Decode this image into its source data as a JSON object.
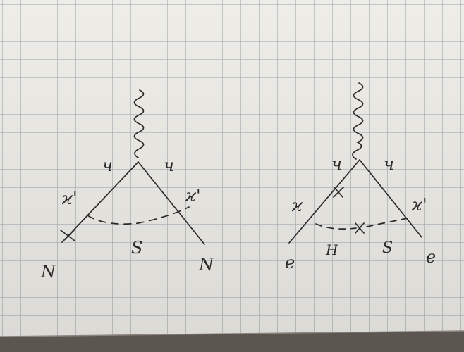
{
  "colors": {
    "paper": "#efede8",
    "grid": "#a9b1b5",
    "ink": "#2a2a2a",
    "shadow": "#5c5650"
  },
  "left_diagram": {
    "top_left_label": "ч",
    "top_right_label": "ч",
    "left_arm_label": "ϰ'",
    "right_arm_label": "ϰ'",
    "bottom_left_label": "N",
    "bottom_right_label": "N",
    "dashed_line_label": "S"
  },
  "right_diagram": {
    "top_left_label": "ч",
    "top_right_label": "ч",
    "left_arm_label": "ϰ",
    "right_arm_label": "ϰ'",
    "bottom_left_label": "e",
    "bottom_right_label": "e",
    "dashed_left_label": "H",
    "dashed_right_label": "S"
  }
}
